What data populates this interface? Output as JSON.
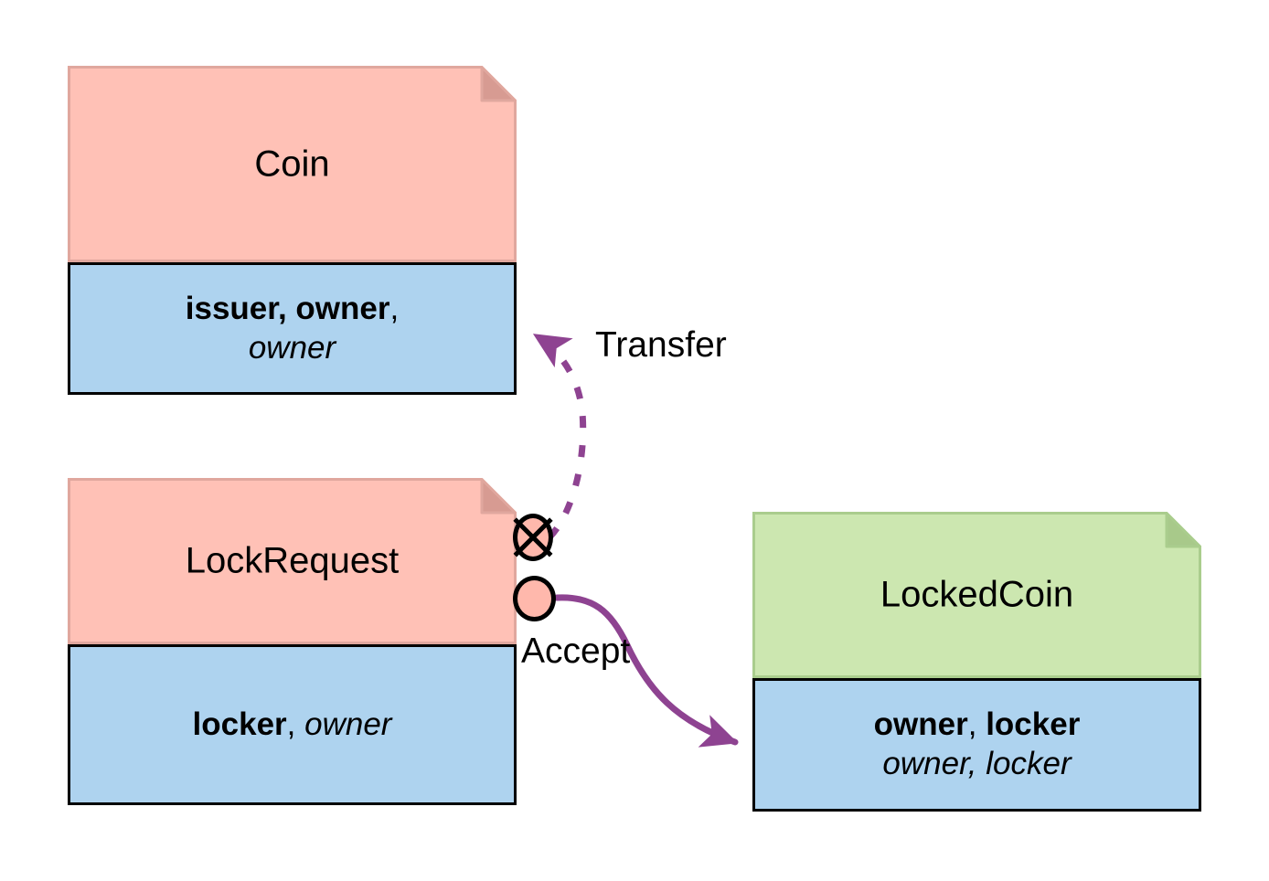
{
  "diagram": {
    "title": "Coin / LockRequest / LockedCoin state transition",
    "background": "#ffffff",
    "palette": {
      "pink_fill": "#ffc1b6",
      "pink_fold": "#d79b92",
      "pink_border": "#e0a79e",
      "green_fill": "#cce7b0",
      "green_fold": "#a8c98a",
      "green_border": "#aacd8d",
      "blue_fill": "#aed3ef",
      "black": "#000000",
      "purple": "#8e4391"
    }
  },
  "nodes": [
    {
      "id": "coin",
      "name": "coin-node",
      "title": "Coin",
      "header_fill": "#ffc1b6",
      "fold_fill": "#d79b92",
      "attrs_fill": "#aed3ef",
      "attr_lines": [
        [
          {
            "text": "issuer, owner",
            "style": "bold"
          },
          {
            "text": ",",
            "style": "normal"
          }
        ],
        [
          {
            "text": "owner",
            "style": "italic"
          }
        ]
      ]
    },
    {
      "id": "lockrequest",
      "name": "lockrequest-node",
      "title": "LockRequest",
      "header_fill": "#ffc1b6",
      "fold_fill": "#d79b92",
      "attrs_fill": "#aed3ef",
      "attr_lines": [
        [
          {
            "text": "locker",
            "style": "bold"
          },
          {
            "text": ", ",
            "style": "normal"
          },
          {
            "text": "owner",
            "style": "italic"
          }
        ]
      ]
    },
    {
      "id": "lockedcoin",
      "name": "lockedcoin-node",
      "title": "LockedCoin",
      "header_fill": "#cce7b0",
      "fold_fill": "#a8c98a",
      "attrs_fill": "#aed3ef",
      "attr_lines": [
        [
          {
            "text": "owner",
            "style": "bold"
          },
          {
            "text": ", ",
            "style": "normal"
          },
          {
            "text": "locker",
            "style": "bold"
          }
        ],
        [
          {
            "text": "owner, locker",
            "style": "italic"
          }
        ]
      ]
    }
  ],
  "ports": [
    {
      "id": "port-transfer",
      "name": "port-consume-crossed",
      "glyph": "circled-x",
      "fill": "#ffb8ac"
    },
    {
      "id": "port-accept",
      "name": "port-accept-circle",
      "glyph": "circle",
      "fill": "#ffb8ac"
    }
  ],
  "edges": [
    {
      "id": "edge-transfer",
      "name": "transfer-edge",
      "label": "Transfer",
      "style": "dashed",
      "color": "#8e4391",
      "from": "port-transfer",
      "to": "coin",
      "arrowhead": "filled-triangle"
    },
    {
      "id": "edge-accept",
      "name": "accept-edge",
      "label": "Accept",
      "style": "solid",
      "color": "#8e4391",
      "from": "port-accept",
      "to": "lockedcoin",
      "arrowhead": "filled-triangle"
    }
  ]
}
